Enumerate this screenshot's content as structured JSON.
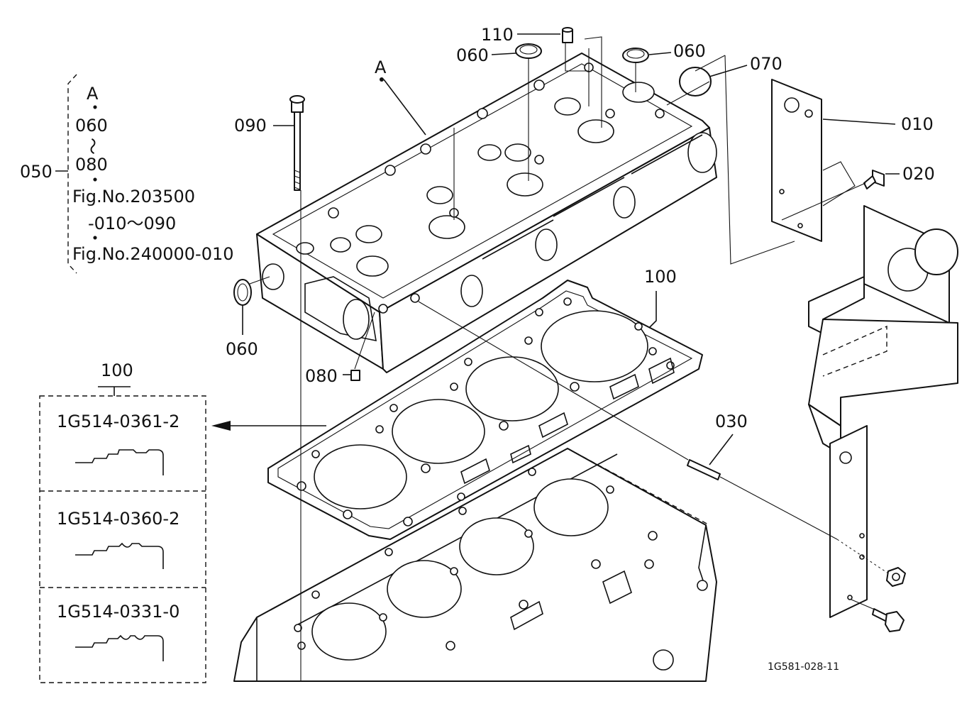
{
  "callouts": {
    "c110": "110",
    "c060_top_left": "060",
    "c060_top_right": "060",
    "c070": "070",
    "c010": "010",
    "c020": "020",
    "c090": "090",
    "cA": "A",
    "c060_left": "060",
    "c080": "080",
    "c100": "100",
    "c030": "030"
  },
  "kit_group": {
    "id": "050",
    "lines": [
      "A",
      "・",
      "060",
      "～",
      "080",
      "・",
      "Fig.No.203500",
      "-010～090",
      "・",
      "Fig.No.240000-010"
    ]
  },
  "gasket_box": {
    "label": "100",
    "options": [
      "1G514-0361-2",
      "1G514-0360-2",
      "1G514-0331-0"
    ]
  },
  "figure_code": "1G581-028-11"
}
